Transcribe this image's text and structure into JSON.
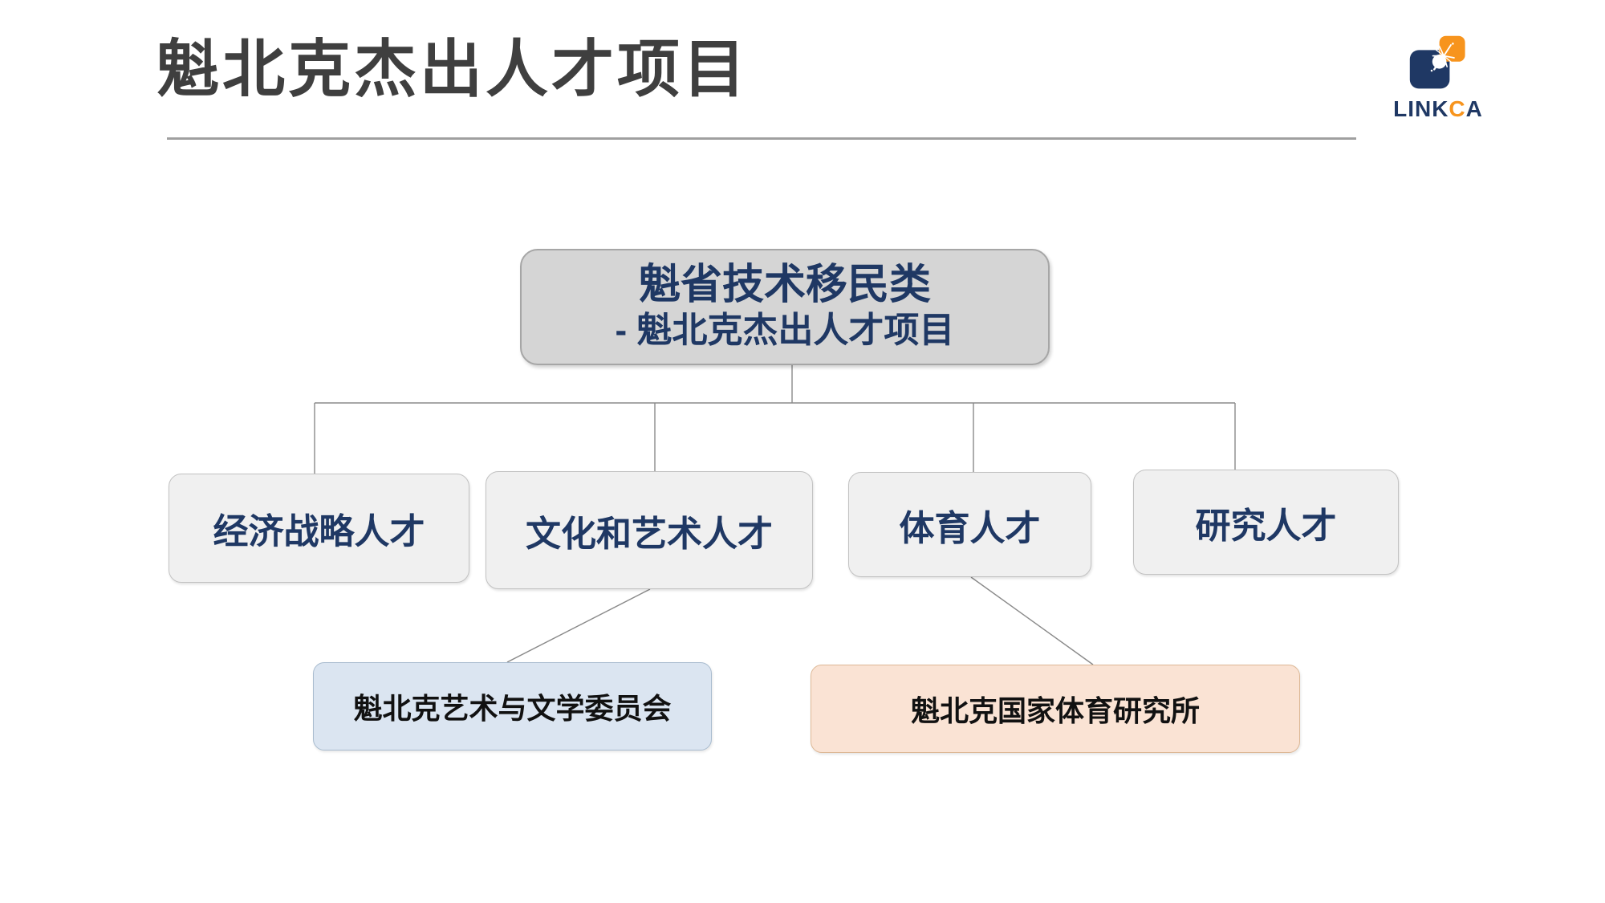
{
  "slide": {
    "title": "魁北克杰出人才项目"
  },
  "logo": {
    "name": "LINKCA",
    "part_link": "LINK",
    "part_c": "C",
    "part_a": "A",
    "navy_color": "#1f3864",
    "orange_color": "#f7941d"
  },
  "org_chart": {
    "root": {
      "line1": "魁省技术移民类",
      "line2": "- 魁北克杰出人才项目",
      "fill": "#d5d5d5",
      "text_color": "#1f3864"
    },
    "categories": [
      {
        "label": "经济战略人才"
      },
      {
        "label": "文化和艺术人才"
      },
      {
        "label": "体育人才"
      },
      {
        "label": "研究人才"
      }
    ],
    "category_fill": "#f0f0f0",
    "institutions": [
      {
        "label": "魁北克艺术与文学委员会",
        "fill": "#dbe5f1",
        "parent": "文化和艺术人才"
      },
      {
        "label": "魁北克国家体育研究所",
        "fill": "#fae3d4",
        "parent": "体育人才"
      }
    ],
    "connector_color": "#8a8a8a"
  }
}
